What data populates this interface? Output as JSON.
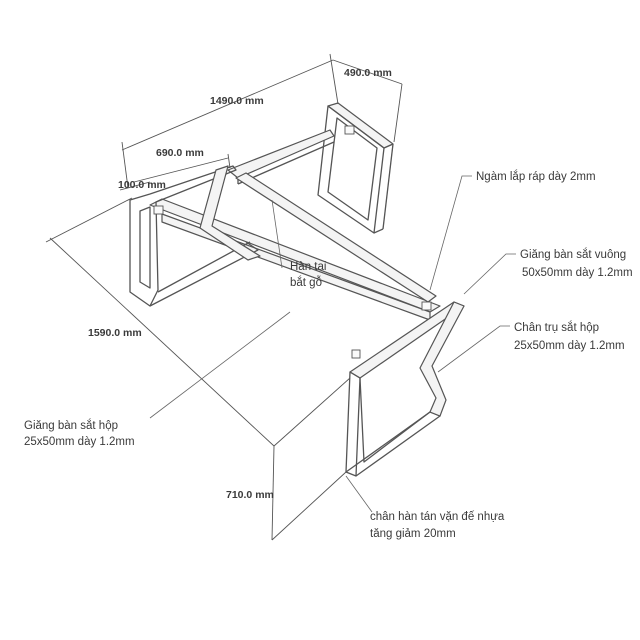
{
  "dimensions": {
    "width_top": "1490.0 mm",
    "depth_right": "490.0 mm",
    "inner_width": "690.0 mm",
    "small": "100.0 mm",
    "length_left": "1590.0 mm",
    "height": "710.0 mm"
  },
  "annotations": {
    "plate": "Ngàm lắp ráp dày 2mm",
    "wood_mount_line1": "Hàn tai",
    "wood_mount_line2": "bắt gỗ",
    "square_beam_line1": "Giăng bàn sắt vuông",
    "square_beam_line2": "50x50mm dày 1.2mm",
    "leg_line1": "Chân trụ sắt hộp",
    "leg_line2": "25x50mm dày 1.2mm",
    "box_beam_line1": "Giăng bàn sắt hộp",
    "box_beam_line2": "25x50mm dày 1.2mm",
    "foot_line1": "chân hàn tán vặn đế nhựa",
    "foot_line2": "tăng giảm 20mm"
  }
}
